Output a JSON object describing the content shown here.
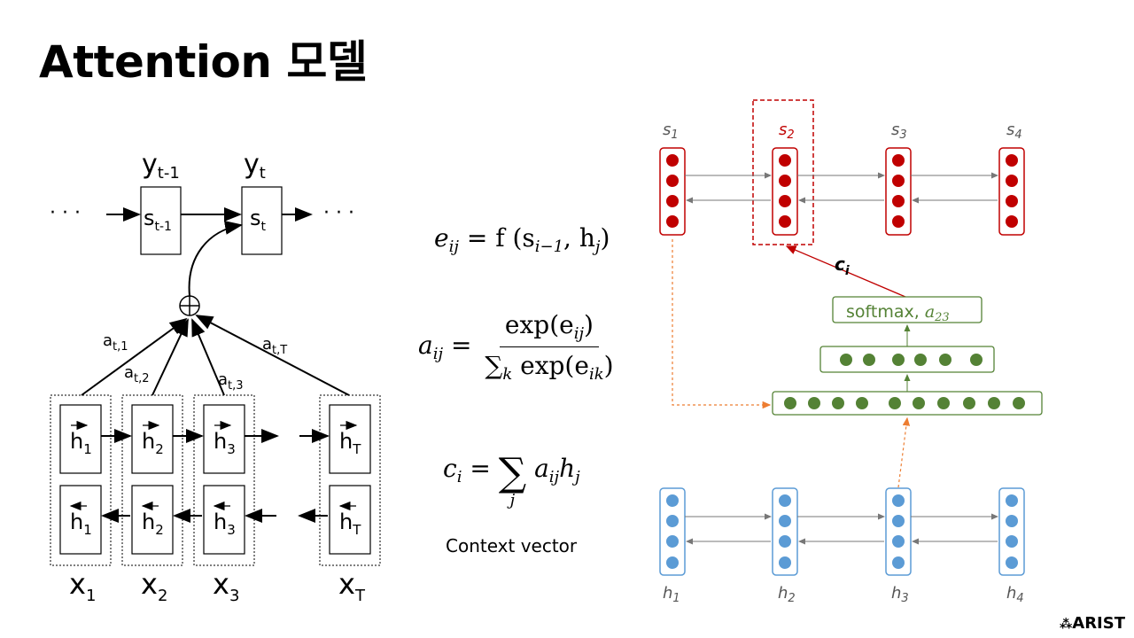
{
  "slide": {
    "title": "Attention 모델",
    "logo": "ARIST",
    "context_label": "Context vector"
  },
  "left_diagram": {
    "outputs": [
      "y",
      "t-1",
      "y",
      "t"
    ],
    "states": [
      "s",
      "t-1",
      "s",
      "t"
    ],
    "dots": "· · ·",
    "weights": [
      "a",
      "t,1",
      "a",
      "t,2",
      "a",
      "t,3",
      "a",
      "t,T"
    ],
    "hidden_sub": [
      "1",
      "2",
      "3",
      "T"
    ],
    "inputs_sub": [
      "1",
      "2",
      "3",
      "T"
    ],
    "h": "h",
    "x": "x",
    "plus": "⊕"
  },
  "equations": {
    "e": {
      "lhs": "e",
      "lhs_sub": "ij",
      "rhs": "= f (s",
      "rhs_sub1": "i−1",
      "mid": ", h",
      "rhs_sub2": "j",
      "end": ")"
    },
    "a": {
      "lhs": "a",
      "lhs_sub": "ij",
      "eq": "=",
      "num": "exp(e",
      "num_sub": "ij",
      "num_end": ")",
      "den_sum": "∑",
      "den_sub": "k",
      "den": " exp(e",
      "den_sub2": "ik",
      "den_end": ")"
    },
    "c": {
      "lhs": "c",
      "lhs_sub": "i",
      "eq": "=",
      "sum": "∑",
      "sum_sub": "j",
      "a": "a",
      "a_sub": "ij",
      "h": "h",
      "h_sub": "j"
    }
  },
  "right_diagram": {
    "decoder_labels": [
      "s",
      "1",
      "s",
      "2",
      "s",
      "3",
      "s",
      "4"
    ],
    "encoder_labels": [
      "h",
      "1",
      "h",
      "2",
      "h",
      "3",
      "h",
      "4"
    ],
    "context_arrow_label": "c",
    "context_arrow_sub": "i",
    "softmax_label": "softmax, ",
    "softmax_var": "a",
    "softmax_sub": "23",
    "colors": {
      "decoder": "#c00000",
      "highlight": "#c00000",
      "attention": "#548235",
      "encoder": "#5b9bd5",
      "dotted": "#ed7d31"
    }
  }
}
